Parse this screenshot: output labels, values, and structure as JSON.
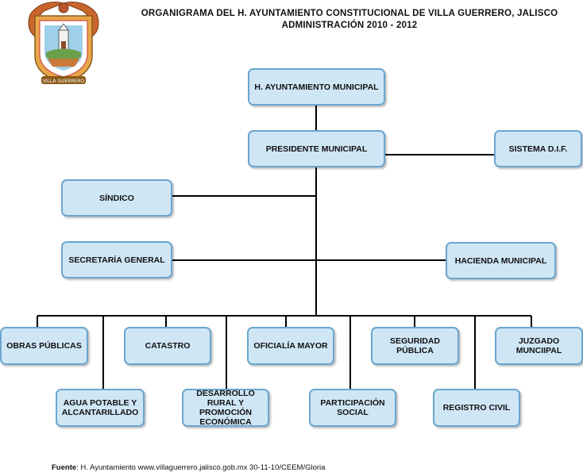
{
  "title_line1": "ORGANIGRAMA DEL H. AYUNTAMIENTO CONSTITUCIONAL DE VILLA GUERRERO, JALISCO",
  "title_line2": "ADMINISTRACIÓN 2010 - 2012",
  "logo": {
    "icon": "municipal-coat-of-arms",
    "text": "VILLA GUERRERO"
  },
  "nodes": {
    "ayuntamiento": "H. AYUNTAMIENTO MUNICIPAL",
    "presidente": "PRESIDENTE MUNICIPAL",
    "dif": "SISTEMA D.I.F.",
    "sindico": "SÍNDICO",
    "secretaria": "SECRETARÍA GENERAL",
    "hacienda": "HACIENDA MUNICIPAL",
    "obras": "OBRAS PÚBLICAS",
    "catastro": "CATASTRO",
    "oficialia": "OFICIALÍA MAYOR",
    "seguridad": "SEGURIDAD PÚBLICA",
    "juzgado": "JUZGADO MUNCIIPAL",
    "agua": "AGUA POTABLE Y ALCANTARILLADO",
    "desarrollo": "DESARROLLO RURAL Y PROMOCIÓN ECONÓMICA",
    "participacion": "PARTICIPACIÓN SOCIAL",
    "registro": "REGISTRO CIVIL"
  },
  "footer": {
    "label": "Fuente",
    "text": ": H. Ayuntamiento  www.villaguerrero.jalisco.gob.mx 30-11-10/CEEM/Gloria"
  },
  "colors": {
    "box_fill": "#cfe6f5",
    "box_border": "#6aa6cf",
    "line": "#000000"
  }
}
